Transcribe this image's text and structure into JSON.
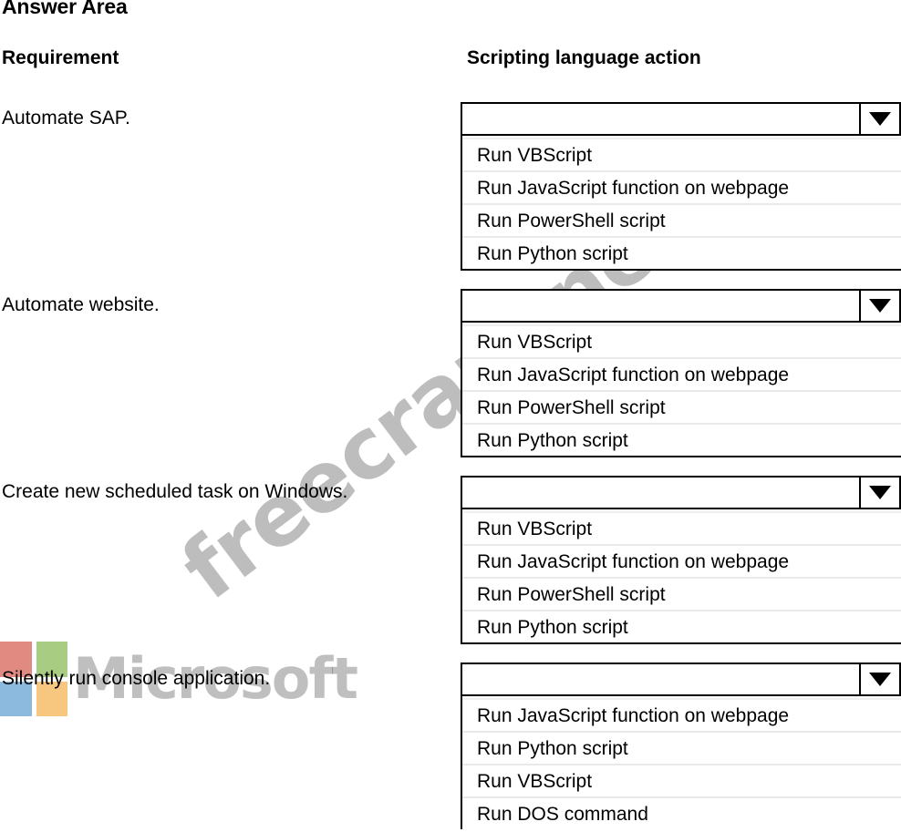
{
  "page": {
    "title": "Answer Area",
    "watermarks": {
      "site": "freecram.net",
      "brand": "Microsoft",
      "brand_tile_colors": [
        "#e08a82",
        "#a9cc83",
        "#8cb9de",
        "#f7c780"
      ],
      "watermark_color": "#bfbfbf"
    }
  },
  "columns": {
    "requirement": "Requirement",
    "action": "Scripting language action"
  },
  "rows": [
    {
      "requirement": "Automate SAP.",
      "dropdown": {
        "name": "scripting-language-action-1",
        "selected": "",
        "placeholder": "",
        "expanded": true,
        "arrow_icon": "chevron-down-icon",
        "options": [
          "Run VBScript",
          "Run JavaScript function on webpage",
          "Run PowerShell script",
          "Run Python script"
        ]
      }
    },
    {
      "requirement": "Automate website.",
      "dropdown": {
        "name": "scripting-language-action-2",
        "selected": "",
        "placeholder": "",
        "expanded": true,
        "arrow_icon": "chevron-down-icon",
        "options": [
          "Run VBScript",
          "Run JavaScript function on webpage",
          "Run PowerShell script",
          "Run Python script"
        ]
      }
    },
    {
      "requirement": "Create new scheduled task on Windows.",
      "dropdown": {
        "name": "scripting-language-action-3",
        "selected": "",
        "placeholder": "",
        "expanded": true,
        "arrow_icon": "chevron-down-icon",
        "options": [
          "Run VBScript",
          "Run JavaScript function on webpage",
          "Run PowerShell script",
          "Run Python script"
        ]
      }
    },
    {
      "requirement": "Silently run console application.",
      "dropdown": {
        "name": "scripting-language-action-4",
        "selected": "",
        "placeholder": "",
        "expanded": true,
        "arrow_icon": "chevron-down-icon",
        "options": [
          "Run JavaScript function on webpage",
          "Run Python script",
          "Run VBScript",
          "Run DOS command"
        ]
      }
    }
  ]
}
